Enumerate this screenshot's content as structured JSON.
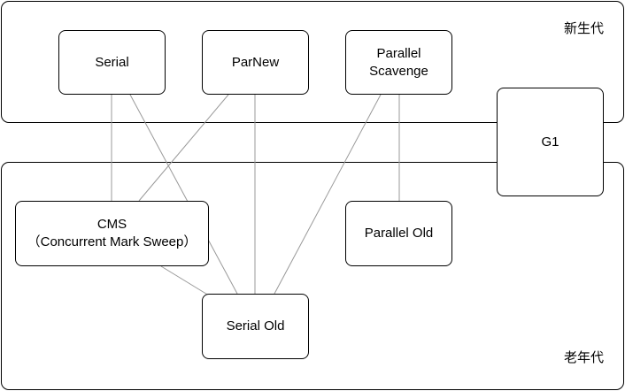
{
  "regions": {
    "young": "新生代",
    "old": "老年代"
  },
  "collectors": {
    "serial": "Serial",
    "parnew": "ParNew",
    "parallel_scavenge": "Parallel\nScavenge",
    "g1": "G1",
    "cms": "CMS\n（Concurrent Mark Sweep）",
    "parallel_old": "Parallel Old",
    "serial_old": "Serial Old"
  },
  "edge_color": "#999999",
  "connections": [
    [
      "serial",
      "cms"
    ],
    [
      "serial",
      "serial_old"
    ],
    [
      "parnew",
      "cms"
    ],
    [
      "parnew",
      "serial_old"
    ],
    [
      "parallel_scavenge",
      "serial_old"
    ],
    [
      "parallel_scavenge",
      "parallel_old"
    ],
    [
      "cms",
      "serial_old"
    ]
  ]
}
